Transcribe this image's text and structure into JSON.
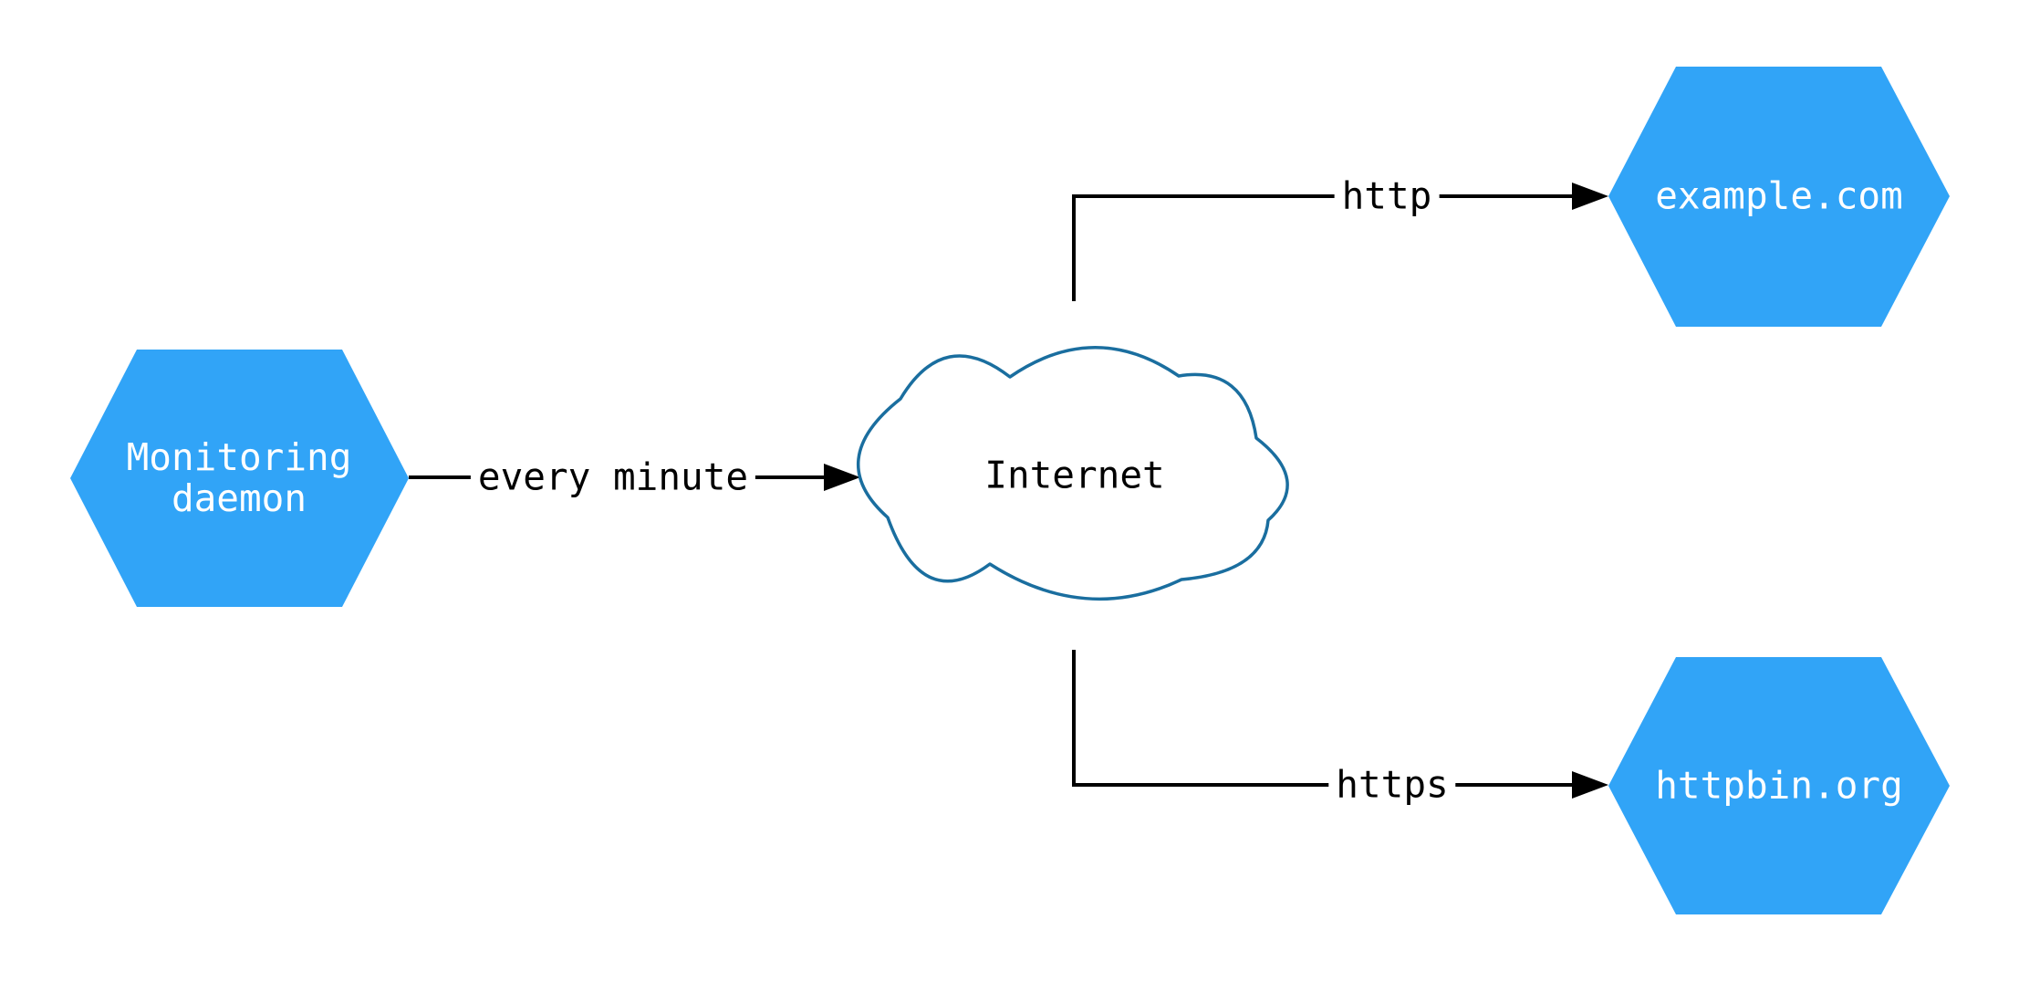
{
  "diagram": {
    "type": "network-diagram",
    "colors": {
      "background": "#ffffff",
      "node-fill": "#31A4F7",
      "node-text": "#ffffff",
      "cloud-fill": "#ffffff",
      "cloud-stroke": "#1A6E9F",
      "edge-color": "#000000",
      "edge-text": "#000000"
    },
    "nodes": [
      {
        "id": "monitoring-daemon",
        "shape": "hexagon",
        "label": "Monitoring\ndaemon"
      },
      {
        "id": "internet",
        "shape": "cloud",
        "label": "Internet"
      },
      {
        "id": "example-com",
        "shape": "hexagon",
        "label": "example.com"
      },
      {
        "id": "httpbin-org",
        "shape": "hexagon",
        "label": "httpbin.org"
      }
    ],
    "edges": [
      {
        "from": "monitoring-daemon",
        "to": "internet",
        "label": "every minute"
      },
      {
        "from": "internet",
        "to": "example-com",
        "label": "http"
      },
      {
        "from": "internet",
        "to": "httpbin-org",
        "label": "https"
      }
    ]
  }
}
